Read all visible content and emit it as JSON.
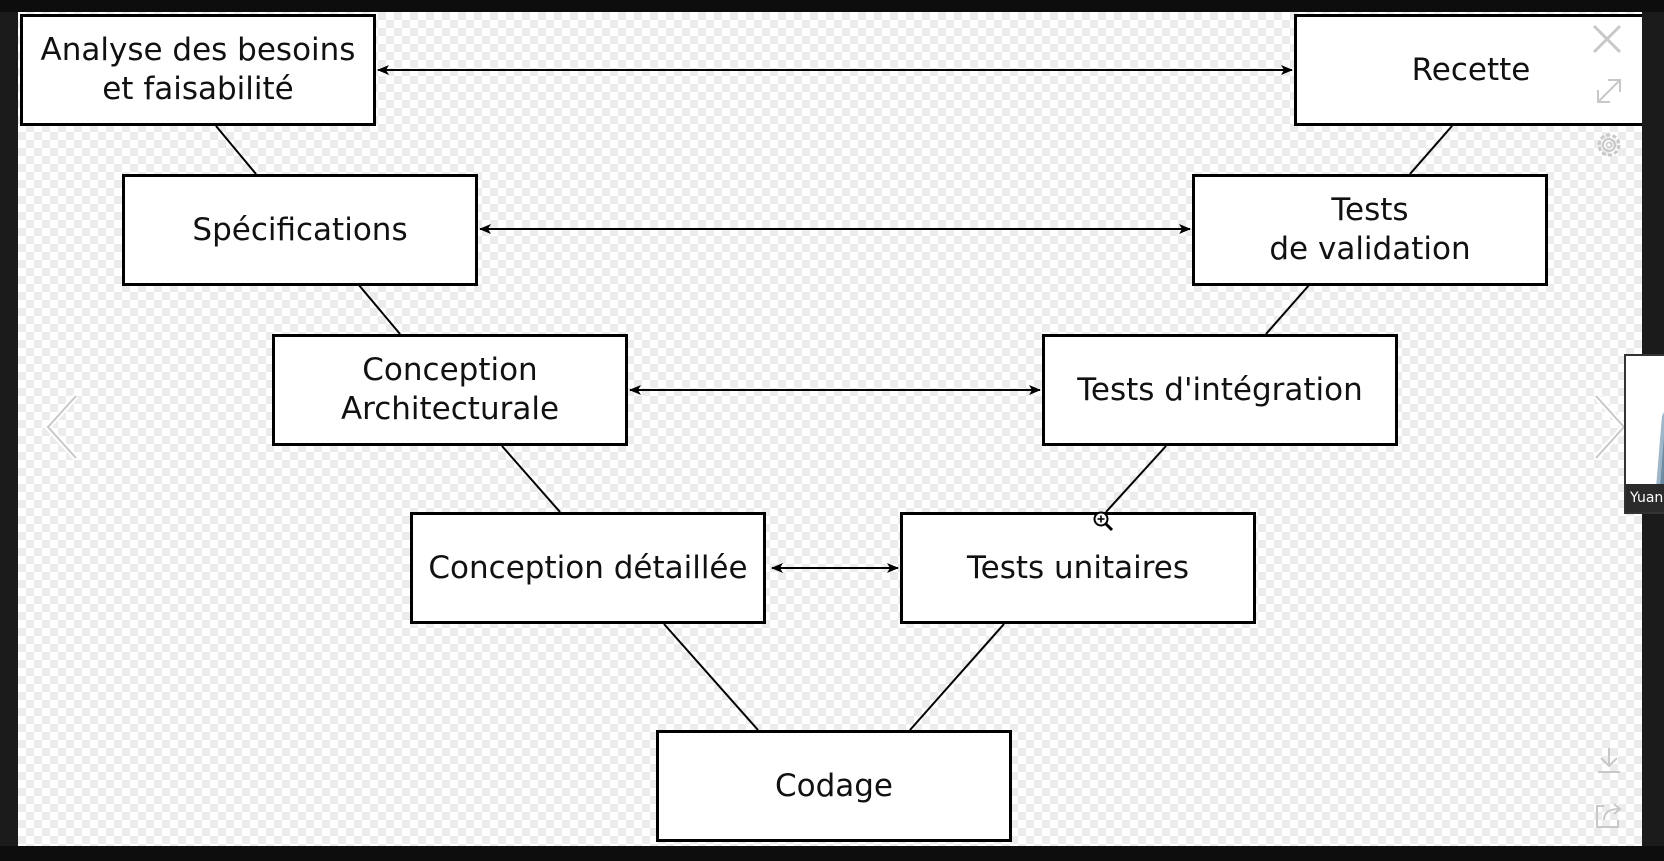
{
  "diagram": {
    "boxes": {
      "analyse": "Analyse des besoins\net faisabilité",
      "recette": "Recette",
      "specifications": "Spécifications",
      "tests_validation": "Tests\nde validation",
      "conception_architecturale": "Conception\nArchitecturale",
      "tests_integration": "Tests d'intégration",
      "conception_detaillee": "Conception détaillée",
      "tests_unitaires": "Tests unitaires",
      "codage": "Codage"
    }
  },
  "viewer": {
    "icons": {
      "close": "close-icon",
      "expand": "expand-icon",
      "settings": "gear-icon",
      "download": "download-icon",
      "share": "share-icon",
      "prev": "chevron-left-icon",
      "next": "chevron-right-icon",
      "zoom": "zoom-in-cursor-icon"
    },
    "next_thumbnail_label": "Yuan"
  }
}
